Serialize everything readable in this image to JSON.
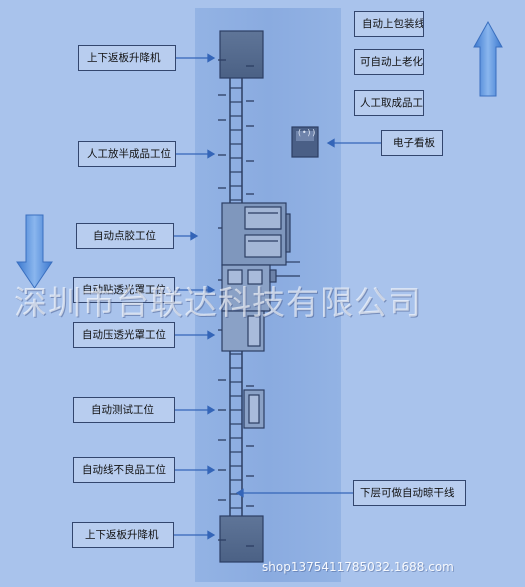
{
  "left_labels": [
    {
      "text": "上下返板升降机"
    },
    {
      "text": "人工放半成品工位"
    },
    {
      "text": "自动点胶工位"
    },
    {
      "text": "自动贴透光罩工位"
    },
    {
      "text": "自动压透光罩工位"
    },
    {
      "text": "自动测试工位"
    },
    {
      "text": "自动线不良品工位"
    },
    {
      "text": "上下返板升降机"
    }
  ],
  "right_labels": [
    {
      "text": "自动上包装线"
    },
    {
      "text": "可自动上老化线"
    },
    {
      "text": "人工取成品工位"
    },
    {
      "text": "电子看板"
    },
    {
      "text": "下层可做自动晾干线"
    }
  ],
  "kanban_glyph": "(•))",
  "watermark": "深圳市台联达科技有限公司",
  "shop_mark": "shop1375411785032.1688.com",
  "colors": {
    "background": "#a9c3ec",
    "line_frame": "#2c3e63",
    "arrow_blue": "#4a86d6",
    "pointer": "#3465b8"
  }
}
